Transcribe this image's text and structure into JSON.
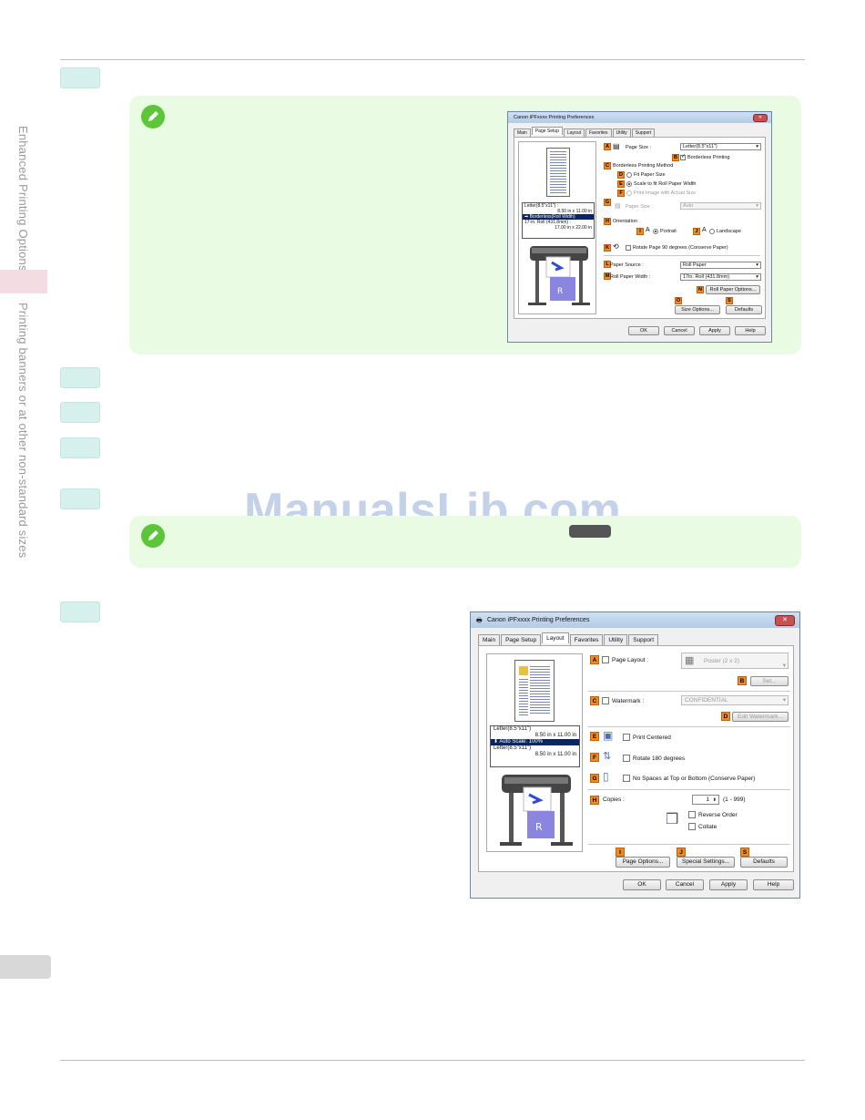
{
  "sidebar": {
    "section_label": "Enhanced Printing Options",
    "chapter_label": "Printing banners or at other non-standard sizes"
  },
  "watermark": "ManualsLib.com",
  "dialog1": {
    "title": "Canon iPFxxxx Printing Preferences",
    "tabs": [
      "Main",
      "Page Setup",
      "Layout",
      "Favorites",
      "Utility",
      "Support"
    ],
    "active_tab": "Page Setup",
    "page_size_label": "Page Size :",
    "page_size_value": "Letter(8.5\"x11\")",
    "borderless_label": "Borderless Printing",
    "borderless_method_label": "Borderless Printing Method",
    "fit_paper_size": "Fit Paper Size",
    "scale_to_fit": "Scale to fit Roll Paper Width",
    "print_actual": "Print Image with Actual Size",
    "paper_size_label": "Paper Size :",
    "paper_size_value": "Auto",
    "orientation_label": "Orientation",
    "portrait": "Portrait",
    "landscape": "Landscape",
    "rotate90": "Rotate Page 90 degrees (Conserve Paper)",
    "paper_source_label": "Paper Source :",
    "paper_source_value": "Roll Paper",
    "roll_width_label": "Roll Paper Width :",
    "roll_width_value": "17in. Roll (431.8mm)",
    "roll_options_btn": "Roll Paper Options...",
    "size_options_btn": "Size Options...",
    "defaults_btn": "Defaults",
    "ok": "OK",
    "cancel": "Cancel",
    "apply": "Apply",
    "help": "Help",
    "info": {
      "line1": "Letter(8.5\"x11\") :",
      "line2": "8.50 in x 11.00 in",
      "line3": "Borderless(Roll Width)",
      "line4": "17-in. Roll (431.8mm) :",
      "line5": "17.00 in x 22.00 in"
    },
    "letters": {
      "A": "A",
      "B": "B",
      "C": "C",
      "D": "D",
      "E": "E",
      "F": "F",
      "G": "G",
      "H": "H",
      "I": "I",
      "J": "J",
      "K": "K",
      "L": "L",
      "M": "M",
      "N": "N",
      "O": "O",
      "S": "S"
    }
  },
  "dialog2": {
    "title": "Canon iPFxxxx Printing Preferences",
    "tabs": [
      "Main",
      "Page Setup",
      "Layout",
      "Favorites",
      "Utility",
      "Support"
    ],
    "active_tab": "Layout",
    "page_layout_label": "Page Layout :",
    "page_layout_value": "Poster (2 x 2)",
    "set_btn": "Set...",
    "watermark_label": "Watermark :",
    "watermark_value": "CONFIDENTIAL",
    "edit_watermark_btn": "Edit Watermark...",
    "print_centered": "Print Centered",
    "rotate180": "Rotate 180 degrees",
    "no_spaces": "No Spaces at Top or Bottom (Conserve Paper)",
    "copies_label": "Copies :",
    "copies_value": "1",
    "copies_range": "(1 - 999)",
    "reverse_order": "Reverse Order",
    "collate": "Collate",
    "page_options_btn": "Page Options...",
    "special_settings_btn": "Special Settings...",
    "defaults_btn": "Defaults",
    "ok": "OK",
    "cancel": "Cancel",
    "apply": "Apply",
    "help": "Help",
    "info": {
      "line1": "Letter(8.5\"x11\")",
      "line2": "8.50 in x 11.00 in",
      "line3": "Auto Scale: 100%",
      "line4": "Letter(8.5\"x11\")",
      "line5": "8.50 in x 11.00 in"
    },
    "letters": {
      "A": "A",
      "B": "B",
      "C": "C",
      "D": "D",
      "E": "E",
      "F": "F",
      "G": "G",
      "H": "H",
      "I": "I",
      "J": "J",
      "S": "S"
    }
  },
  "colors": {
    "step": "#d6f0ee",
    "note_bg": "#eafbe3",
    "note_icon": "#5cc53a",
    "callout": "#f08a24"
  }
}
